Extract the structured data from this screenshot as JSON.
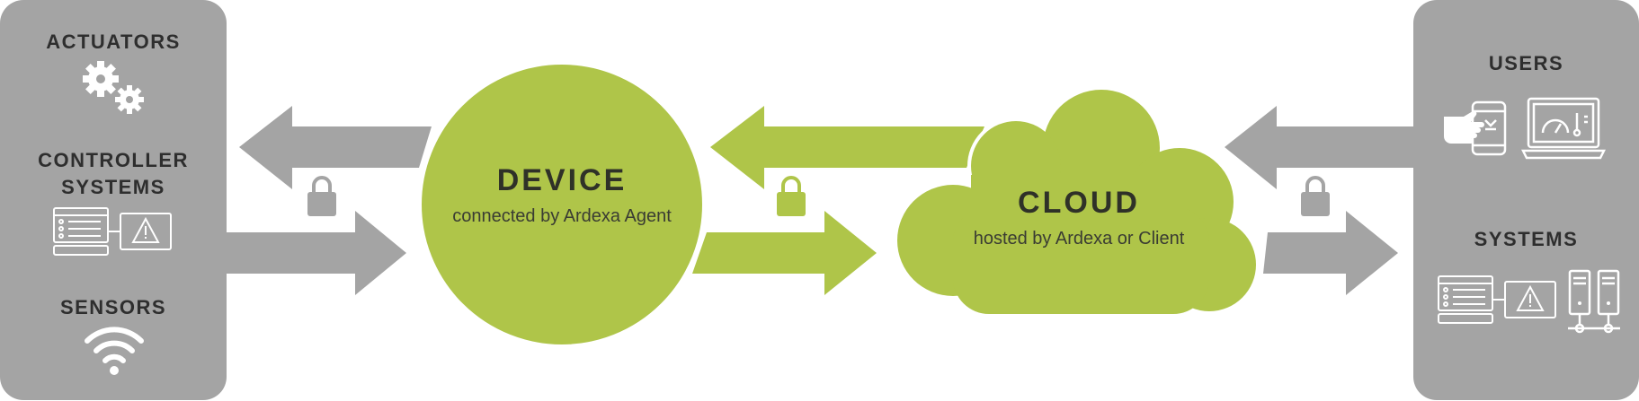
{
  "left": {
    "actuators": "ACTUATORS",
    "controller_line1": "CONTROLLER",
    "controller_line2": "SYSTEMS",
    "sensors": "SENSORS"
  },
  "device": {
    "title": "DEVICE",
    "subtitle": "connected by Ardexa Agent"
  },
  "cloud": {
    "title": "CLOUD",
    "subtitle": "hosted by Ardexa or Client"
  },
  "right": {
    "users": "USERS",
    "systems": "SYSTEMS"
  },
  "colors": {
    "gray": "#a4a4a4",
    "green": "#afc549",
    "text": "#2e2e2e"
  },
  "icons": [
    "gears-icon",
    "controller-icon",
    "wifi-icon",
    "lock-icon",
    "phone-hand-icon",
    "laptop-icon",
    "server-icon"
  ]
}
